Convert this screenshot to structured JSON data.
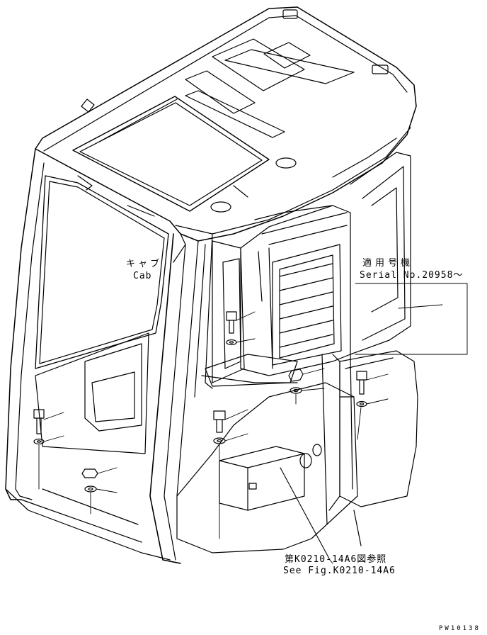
{
  "labels": {
    "cab_jp": "キャブ",
    "cab_en": "Cab",
    "serial_jp": "適用号機",
    "serial_en": "Serial No.20958〜",
    "ref_jp": "第K0210-14A6図参照",
    "ref_en": "See Fig.K0210-14A6",
    "drawing_no": "PW10138"
  },
  "colors": {
    "line": "#000000",
    "background": "#ffffff"
  }
}
